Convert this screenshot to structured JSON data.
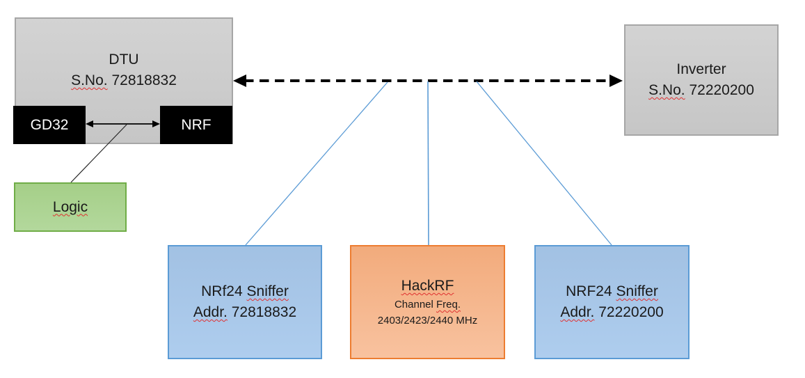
{
  "dtu": {
    "title": "DTU",
    "serial_label": "S.No.",
    "serial": "72818832",
    "gd32_label": "GD32",
    "nrf_label": "NRF"
  },
  "inverter": {
    "title": "Inverter",
    "serial_label": "S.No.",
    "serial": "72220200"
  },
  "logic": {
    "label": "Logic"
  },
  "sniffer_left": {
    "name_prefix": "NRf24",
    "name_word": "Sniffer",
    "addr_label": "Addr.",
    "addr": "72818832"
  },
  "hackrf": {
    "title": "HackRF",
    "channel_prefix": "Channel",
    "channel_word": "Freq.",
    "frequencies": "2403/2423/2440 MHz"
  },
  "sniffer_right": {
    "name_prefix": "NRF24",
    "name_word": "Sniffer",
    "addr_label": "Addr.",
    "addr": "72220200"
  },
  "connectors": {
    "dtu_inverter_link": "dashed double-headed arrow",
    "gd32_nrf_link": "double-headed arrow",
    "logic_link": "plain line",
    "sniff_links": "blue tap lines"
  },
  "colors": {
    "gray_fill": "#cbcbcb",
    "gray_border": "#a6a6a6",
    "black_fill": "#000000",
    "green_fill": "#a9d18e",
    "green_border": "#70ad47",
    "blue_fill": "#a8c6e8",
    "blue_border": "#5b9bd5",
    "orange_fill": "#f4b183",
    "orange_border": "#ed7d31",
    "connector_blue": "#5b9bd5",
    "arrow_black": "#000000",
    "spellcheck_red": "#e03030"
  }
}
